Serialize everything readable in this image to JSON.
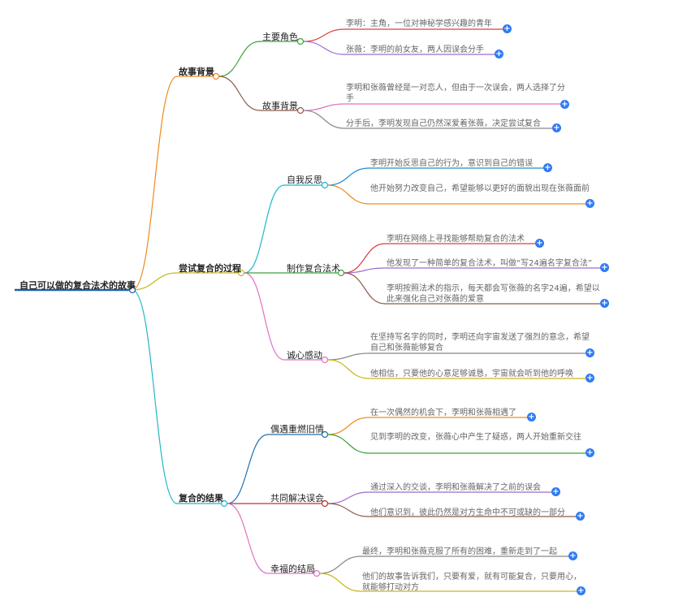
{
  "root": {
    "label": "自己可以做的复合法术的故事"
  },
  "branches": [
    {
      "label": "故事背景",
      "children": [
        {
          "label": "主要角色",
          "leaves": [
            "李明：主角，一位对神秘学感兴趣的青年",
            "张薇：李明的前女友，两人因误会分手"
          ]
        },
        {
          "label": "故事背景",
          "leaves": [
            "李明和张薇曾经是一对恋人，但由于一次误会，两人选择了分手",
            "分手后，李明发现自己仍然深爱着张薇，决定尝试复合"
          ]
        }
      ]
    },
    {
      "label": "尝试复合的过程",
      "children": [
        {
          "label": "自我反思",
          "leaves": [
            "李明开始反思自己的行为，意识到自己的错误",
            "他开始努力改变自己，希望能够以更好的面貌出现在张薇面前"
          ]
        },
        {
          "label": "制作复合法术",
          "leaves": [
            "李明在网络上寻找能够帮助复合的法术",
            "他发现了一种简单的复合法术，叫做“写24遍名字复合法”",
            "李明按照法术的指示，每天都会写张薇的名字24遍，希望以此来强化自己对张薇的爱意"
          ]
        },
        {
          "label": "诚心感动",
          "leaves": [
            "在坚持写名字的同时，李明还向宇宙发送了强烈的意念，希望自己和张薇能够复合",
            "他相信，只要他的心意足够诚恳，宇宙就会听到他的呼唤"
          ]
        }
      ]
    },
    {
      "label": "复合的结果",
      "children": [
        {
          "label": "偶遇重燃旧情",
          "leaves": [
            "在一次偶然的机会下，李明和张薇相遇了",
            "见到李明的改变，张薇心中产生了疑惑，两人开始重新交往"
          ]
        },
        {
          "label": "共同解决误会",
          "leaves": [
            "通过深入的交谈，李明和张薇解决了之前的误会",
            "他们意识到，彼此仍然是对方生命中不可或缺的一部分"
          ]
        },
        {
          "label": "幸福的结局",
          "leaves": [
            "最终，李明和张薇克服了所有的困难，重新走到了一起",
            "他们的故事告诉我们，只要有爱，就有可能复合，只要用心，就能够打动对方"
          ]
        }
      ]
    }
  ],
  "colors": {
    "root_line": "#1f5fa8",
    "branch_lines": [
      "#f08a1c",
      "#c9b71a",
      "#1fb8c9"
    ],
    "sub_lines": [
      "#3aa33a",
      "#8b5a4a",
      "#1fb8c9",
      "#3aa33a",
      "#e070c0",
      "#1f6fb0",
      "#c03030",
      "#e070c0"
    ],
    "leaf_lines": [
      "#d94040",
      "#9a6ad0",
      "#e070c0",
      "#888888",
      "#1f8fd0",
      "#f08a1c",
      "#d94040",
      "#9a6ad0",
      "#8b5a4a",
      "#888888",
      "#c9b71a",
      "#f08a1c",
      "#3aa33a",
      "#9a6ad0",
      "#8b5a4a",
      "#888888",
      "#c9b71a"
    ],
    "expand_button": "#2f7bf5"
  },
  "icons": {
    "expand": "plus-icon"
  },
  "expand_symbol": "+"
}
